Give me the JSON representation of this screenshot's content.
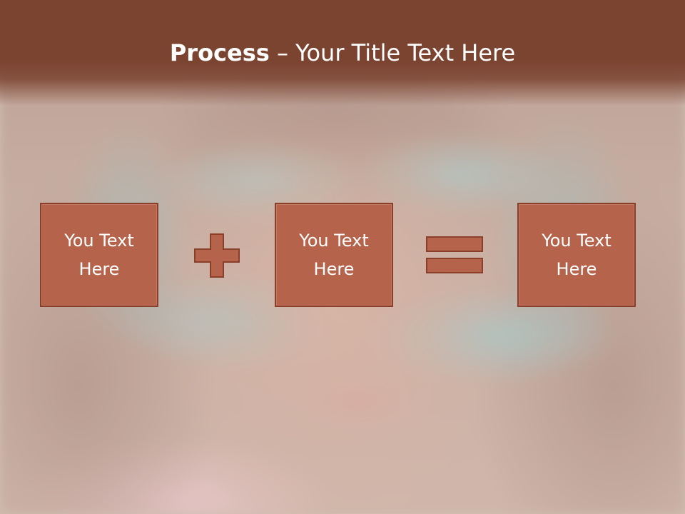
{
  "title": {
    "bold_part": "Process",
    "rest_part": " – Your Title Text Here"
  },
  "boxes": [
    {
      "text": "You Text Here"
    },
    {
      "text": "You Text Here"
    },
    {
      "text": "You Text Here"
    }
  ],
  "operators": {
    "plus_icon": "plus-icon",
    "equals_icon": "equals-icon"
  },
  "colors": {
    "title_band": "#7b4431",
    "box_fill": "#b5634a",
    "box_border": "#8a3f2b",
    "text": "#ffffff"
  }
}
